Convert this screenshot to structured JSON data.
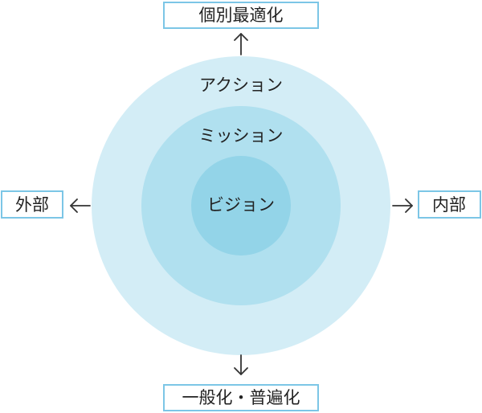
{
  "circles": {
    "outer": {
      "label": "アクション",
      "color": "#d3edf6"
    },
    "middle": {
      "label": "ミッション",
      "color": "#b0e0ef"
    },
    "inner": {
      "label": "ビジョン",
      "color": "#93d4e8"
    }
  },
  "directions": {
    "top": "個別最適化",
    "bottom": "一般化・普遍化",
    "left": "外部",
    "right": "内部"
  },
  "colors": {
    "box_border": "#7cc6e6",
    "arrow": "#333333",
    "text": "#222222"
  }
}
